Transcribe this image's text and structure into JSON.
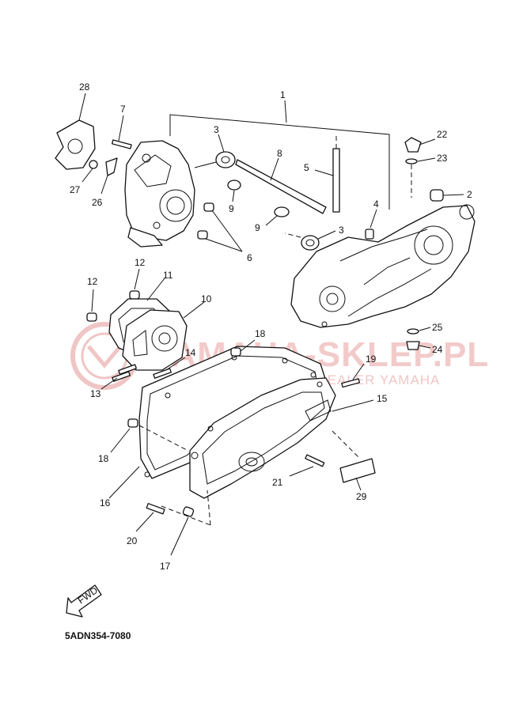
{
  "diagram_code": "5ADN354-7080",
  "watermark": {
    "brand": "YAMAHA-SKLEP.PL",
    "tagline": "WOJCIECHOWICZ - DEALER YAMAHA"
  },
  "direction_arrow_label": "FWD",
  "callouts": [
    {
      "id": "c1",
      "text": "1"
    },
    {
      "id": "c2",
      "text": "2"
    },
    {
      "id": "c3a",
      "text": "3"
    },
    {
      "id": "c3b",
      "text": "3"
    },
    {
      "id": "c4",
      "text": "4"
    },
    {
      "id": "c5",
      "text": "5"
    },
    {
      "id": "c6",
      "text": "6"
    },
    {
      "id": "c7",
      "text": "7"
    },
    {
      "id": "c8",
      "text": "8"
    },
    {
      "id": "c9a",
      "text": "9"
    },
    {
      "id": "c9b",
      "text": "9"
    },
    {
      "id": "c10",
      "text": "10"
    },
    {
      "id": "c11",
      "text": "11"
    },
    {
      "id": "c12a",
      "text": "12"
    },
    {
      "id": "c12b",
      "text": "12"
    },
    {
      "id": "c13",
      "text": "13"
    },
    {
      "id": "c14",
      "text": "14"
    },
    {
      "id": "c15",
      "text": "15"
    },
    {
      "id": "c16",
      "text": "16"
    },
    {
      "id": "c17",
      "text": "17"
    },
    {
      "id": "c18a",
      "text": "18"
    },
    {
      "id": "c18b",
      "text": "18"
    },
    {
      "id": "c19",
      "text": "19"
    },
    {
      "id": "c20",
      "text": "20"
    },
    {
      "id": "c21",
      "text": "21"
    },
    {
      "id": "c22",
      "text": "22"
    },
    {
      "id": "c23",
      "text": "23"
    },
    {
      "id": "c24",
      "text": "24"
    },
    {
      "id": "c25",
      "text": "25"
    },
    {
      "id": "c26",
      "text": "26"
    },
    {
      "id": "c27",
      "text": "27"
    },
    {
      "id": "c28",
      "text": "28"
    },
    {
      "id": "c29",
      "text": "29"
    }
  ]
}
